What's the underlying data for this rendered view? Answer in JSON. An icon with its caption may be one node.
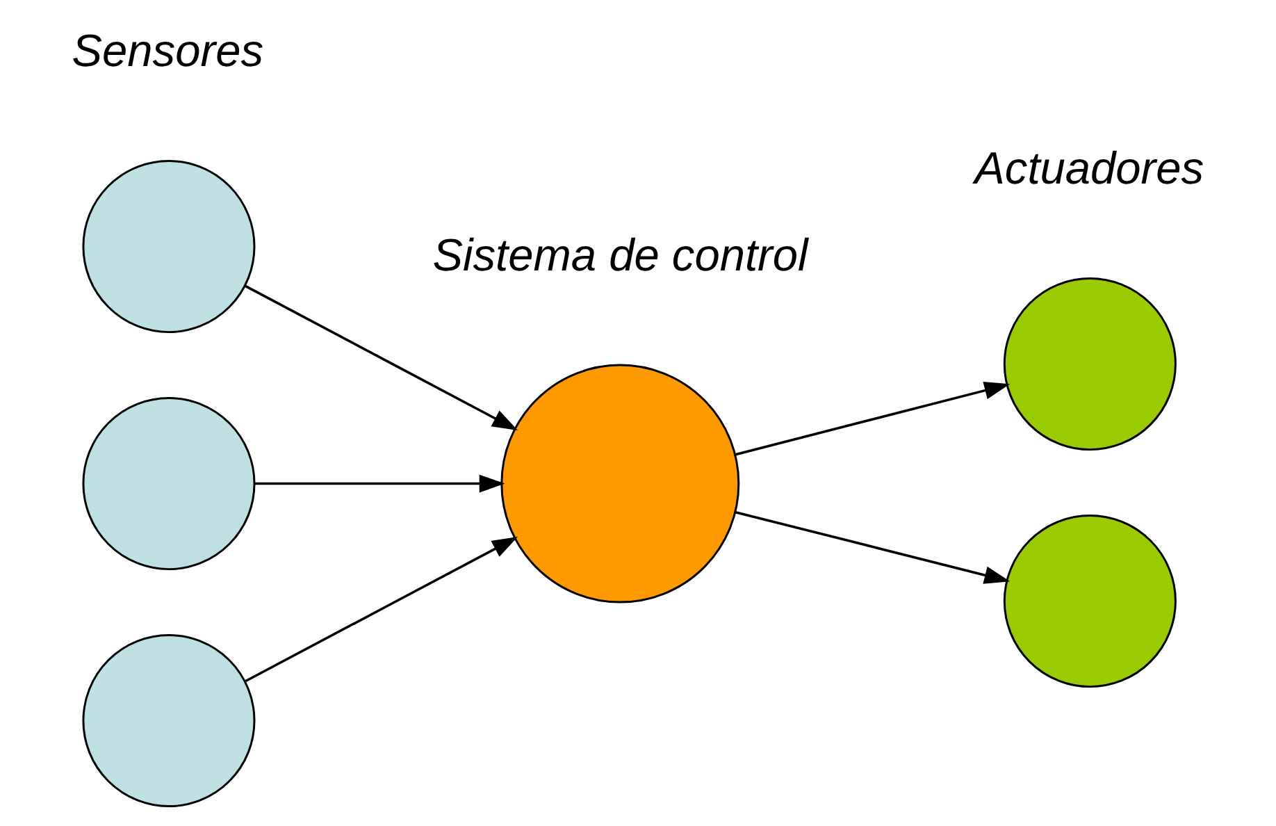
{
  "diagram": {
    "nodes": [
      {
        "text": [],
        "shape": "circle"
      },
      {
        "text": [],
        "shape": "circle"
      },
      {
        "text": [],
        "shape": "circle"
      },
      {
        "text": [],
        "shape": "circle"
      },
      {
        "text": [],
        "shape": "circle"
      },
      {
        "text": [],
        "shape": "circle"
      }
    ],
    "edges": [
      {
        "from": 0,
        "to": 3,
        "arrow": "to"
      },
      {
        "from": 1,
        "to": 3,
        "arrow": "to"
      },
      {
        "from": 2,
        "to": 3,
        "arrow": "to"
      },
      {
        "from": 3,
        "to": 4,
        "arrow": "to"
      },
      {
        "from": 3,
        "to": 5,
        "arrow": "to"
      }
    ],
    "labels": [
      "Sensores",
      "Sistema de control",
      "Actuadores"
    ]
  }
}
